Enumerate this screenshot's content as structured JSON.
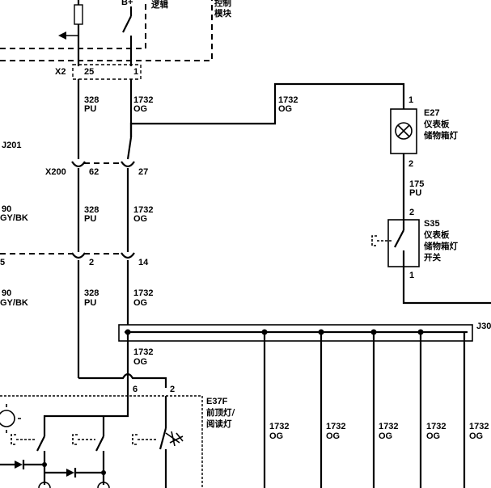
{
  "top": {
    "bplus": "B+",
    "logic": "逻辑",
    "control_1": "控制",
    "control_2": "模块"
  },
  "connectors": {
    "x2": "X2",
    "x2_pin_a": "25",
    "x2_pin_b": "1",
    "j201": "J201",
    "x200": "X200",
    "x200_pin_a": "62",
    "x200_pin_b": "27",
    "mid_left_pin": "5",
    "mid_pin_a": "2",
    "mid_pin_b": "14",
    "j30": "J30"
  },
  "wires": {
    "w1_num": "328",
    "w1_col": "PU",
    "w2_num": "1732",
    "w2_col": "OG",
    "w3_num": "1732",
    "w3_col": "OG",
    "w4_num": "328",
    "w4_col": "PU",
    "w5_num": "1732",
    "w5_col": "OG",
    "w6_num": "328",
    "w6_col": "PU",
    "w7_num": "1732",
    "w7_col": "OG",
    "w8_num": "1732",
    "w8_col": "OG",
    "w9_num": "175",
    "w9_col": "PU",
    "left1_num": "90",
    "left1_col": "GY/BK",
    "left2_num": "90",
    "left2_col": "GY/BK"
  },
  "e27": {
    "pin_top": "1",
    "pin_bottom": "2",
    "ref": "E27",
    "name_1": "仪表板",
    "name_2": "储物箱灯"
  },
  "s35": {
    "pin_top": "2",
    "pin_bottom": "1",
    "ref": "S35",
    "name_1": "仪表板",
    "name_2": "储物箱灯",
    "name_3": "开关"
  },
  "e37f": {
    "pin_a": "6",
    "pin_b": "2",
    "ref": "E37F",
    "name_1": "前顶灯/",
    "name_2": "阅读灯"
  },
  "bottom_wires": [
    {
      "num": "1732",
      "col": "OG"
    },
    {
      "num": "1732",
      "col": "OG"
    },
    {
      "num": "1732",
      "col": "OG"
    },
    {
      "num": "1732",
      "col": "OG"
    },
    {
      "num": "1732",
      "col": "OG"
    }
  ]
}
